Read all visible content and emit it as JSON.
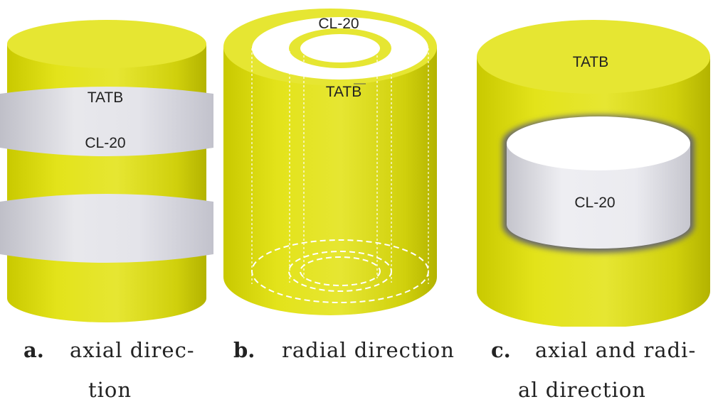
{
  "colors": {
    "tatb": "#e6e632",
    "tatb_dark": "#b3b300",
    "cl20": "#e8e8ec",
    "cl20_shade": "#b8b8c2"
  },
  "panel_a": {
    "tatb_label": "TATB",
    "cl20_label": "CL-20",
    "caption_letter": "a.",
    "caption_line1": "axial direc-",
    "caption_line2": "tion"
  },
  "panel_b": {
    "cl20_label": "CL-20",
    "tatb_label": "TATB",
    "caption_letter": "b.",
    "caption_line1": "radial direction"
  },
  "panel_c": {
    "tatb_label": "TATB",
    "cl20_label": "CL-20",
    "caption_letter": "c.",
    "caption_line1": "axial and radi-",
    "caption_line2": "al direction"
  }
}
